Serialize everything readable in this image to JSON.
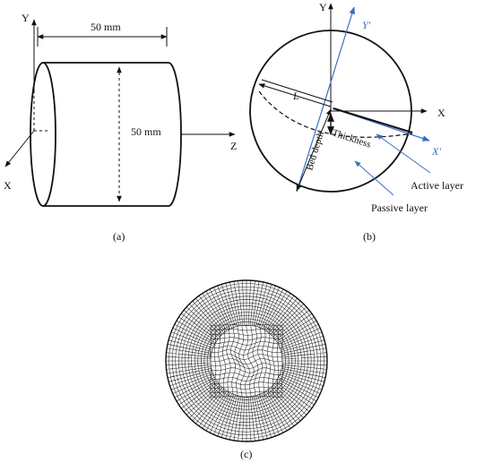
{
  "panel_a": {
    "caption": "(a)",
    "axis_y": "Y",
    "axis_x": "X",
    "axis_z": "Z",
    "length_label": "50 mm",
    "diameter_label": "50 mm"
  },
  "panel_b": {
    "caption": "(b)",
    "axis_y": "Y",
    "axis_x": "X",
    "axis_y_prime": "Y'",
    "axis_x_prime": "X'",
    "length_label": "L",
    "thickness_label": "Thickness",
    "bed_depth_label": "Bed depth",
    "active_layer_label": "Active layer",
    "passive_layer_label": "Passive layer",
    "blue_color": "#3a6fc4"
  },
  "panel_c": {
    "caption": "(c)",
    "mesh_label": ""
  }
}
